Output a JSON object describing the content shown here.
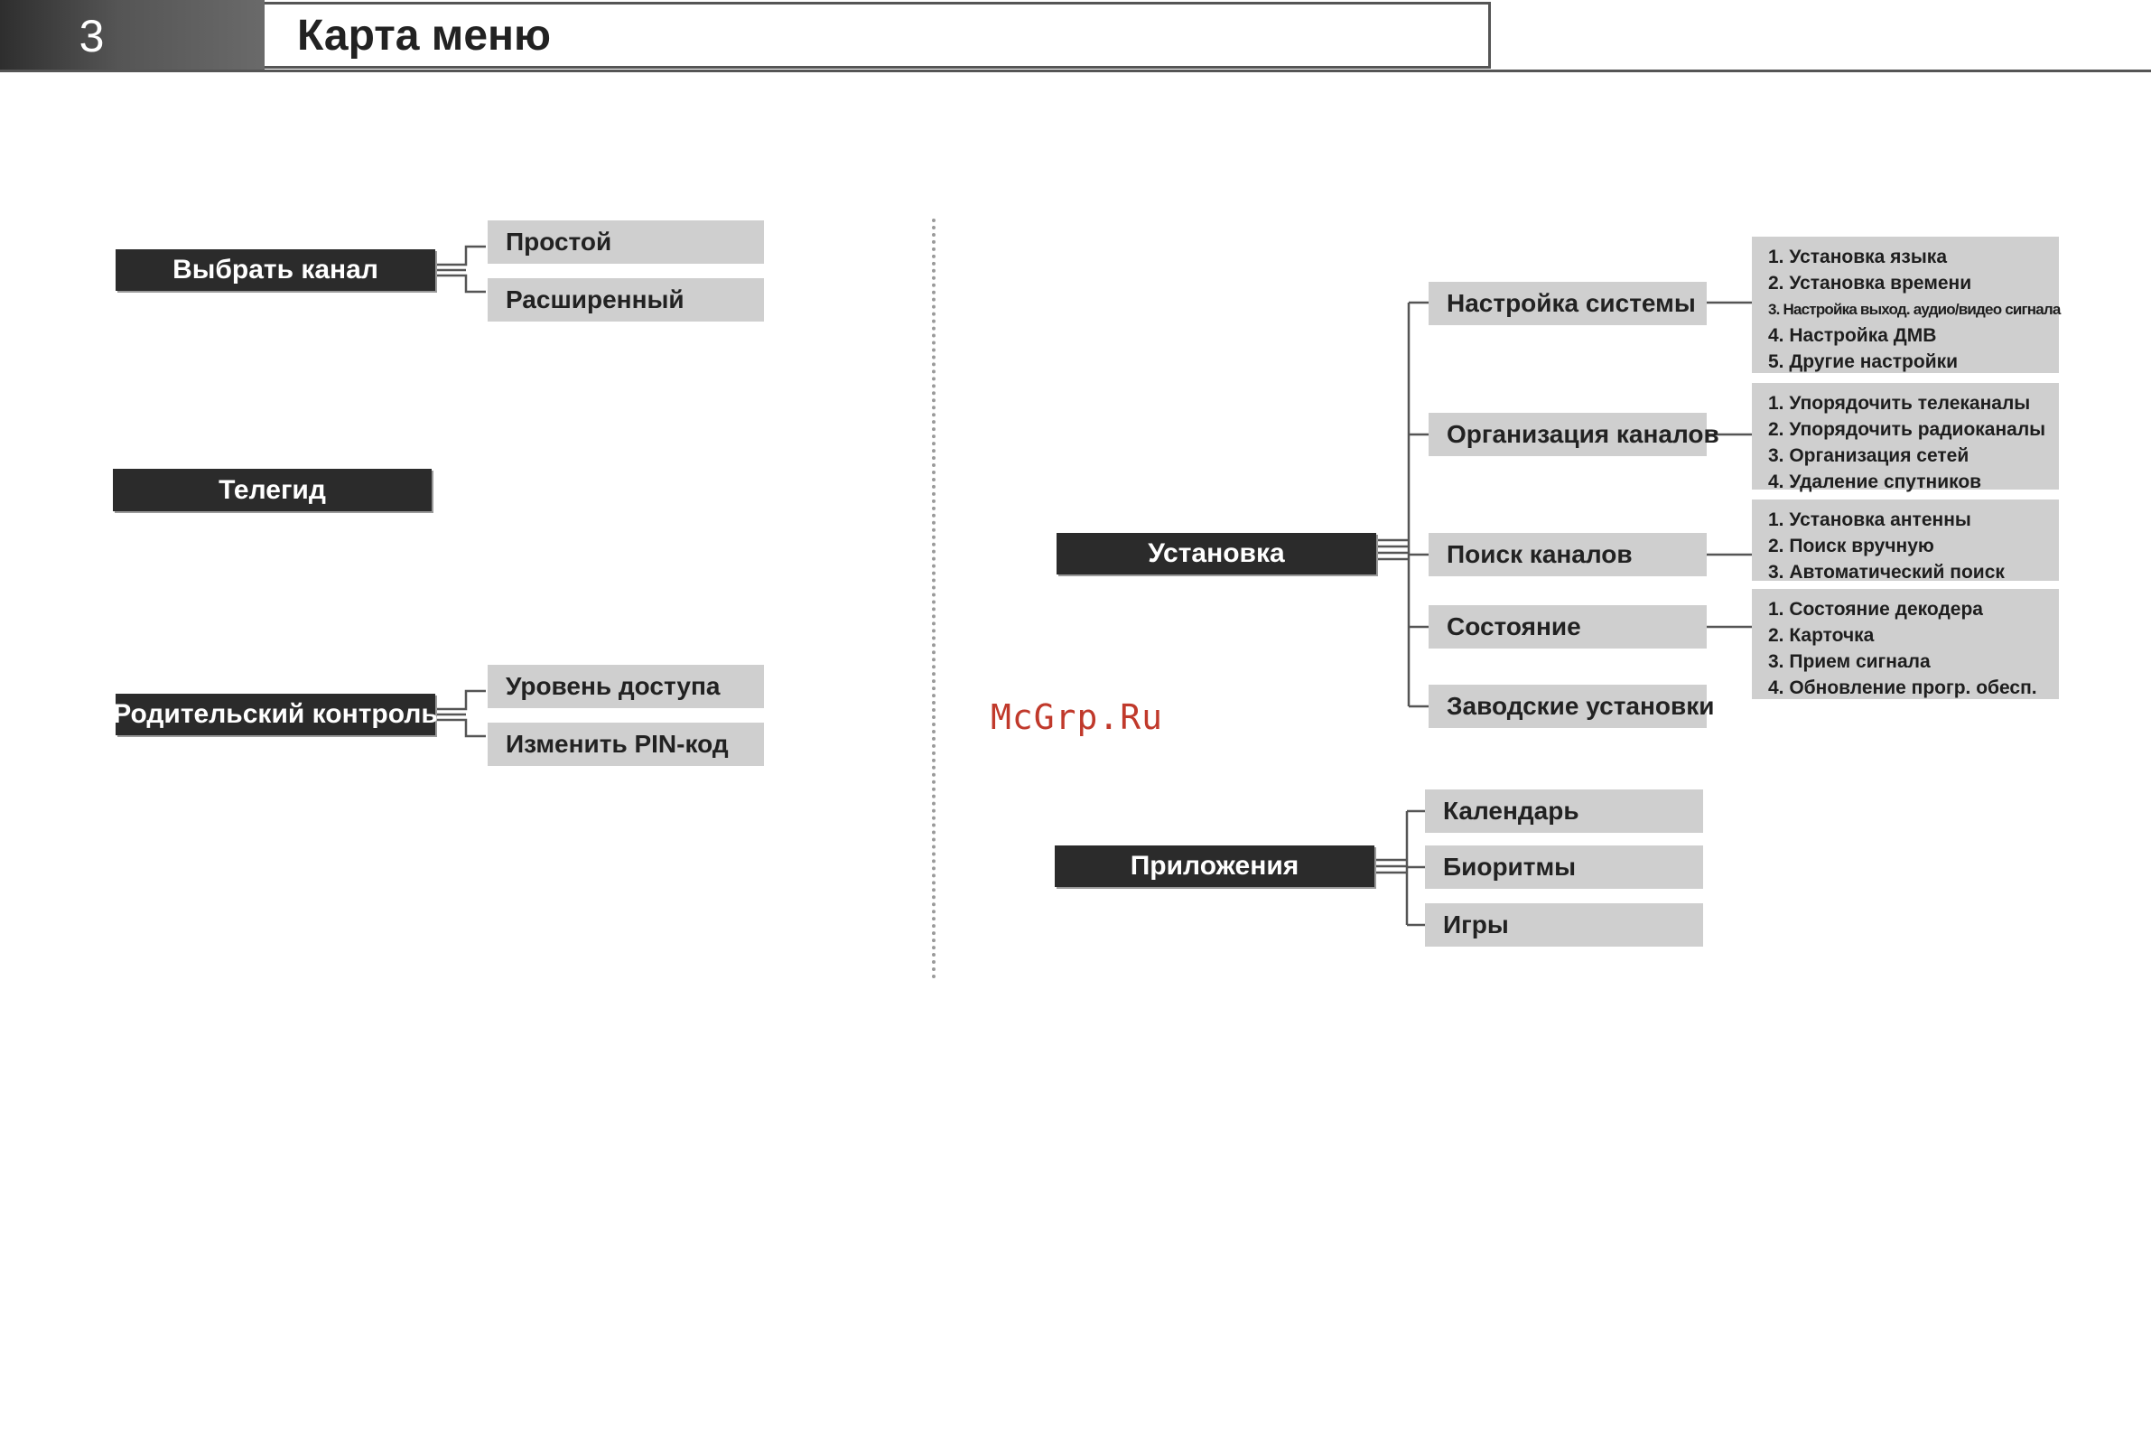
{
  "header": {
    "section_number": "3",
    "title": "Карта меню"
  },
  "left": {
    "select_channel": {
      "label": "Выбрать канал",
      "items": [
        "Простой",
        "Расширенный"
      ]
    },
    "tv_guide": {
      "label": "Телегид"
    },
    "parental_control": {
      "label": "Родительский контроль",
      "items": [
        "Уровень доступа",
        "Изменить PIN-код"
      ]
    }
  },
  "right": {
    "setup": {
      "label": "Установка",
      "groups": [
        {
          "label": "Настройка системы",
          "items": [
            "1. Установка языка",
            "2. Установка времени",
            "3. Настройка выход. аудио/видео сигнала",
            "4. Настройка ДМВ",
            "5. Другие настройки"
          ]
        },
        {
          "label": "Организация каналов",
          "items": [
            "1. Упорядочить телеканалы",
            "2. Упорядочить радиоканалы",
            "3. Организация сетей",
            "4. Удаление спутников"
          ]
        },
        {
          "label": "Поиск каналов",
          "items": [
            "1. Установка антенны",
            "2. Поиск вручную",
            "3. Автоматический поиск"
          ]
        },
        {
          "label": "Состояние",
          "items": [
            "1. Состояние декодера",
            "2. Карточка",
            "3. Прием сигнала",
            "4. Обновление прогр. обесп."
          ]
        },
        {
          "label": "Заводские установки",
          "items": []
        }
      ]
    },
    "applications": {
      "label": "Приложения",
      "items": [
        "Календарь",
        "Биоритмы",
        "Игры"
      ]
    }
  },
  "watermark": "McGrp.Ru"
}
